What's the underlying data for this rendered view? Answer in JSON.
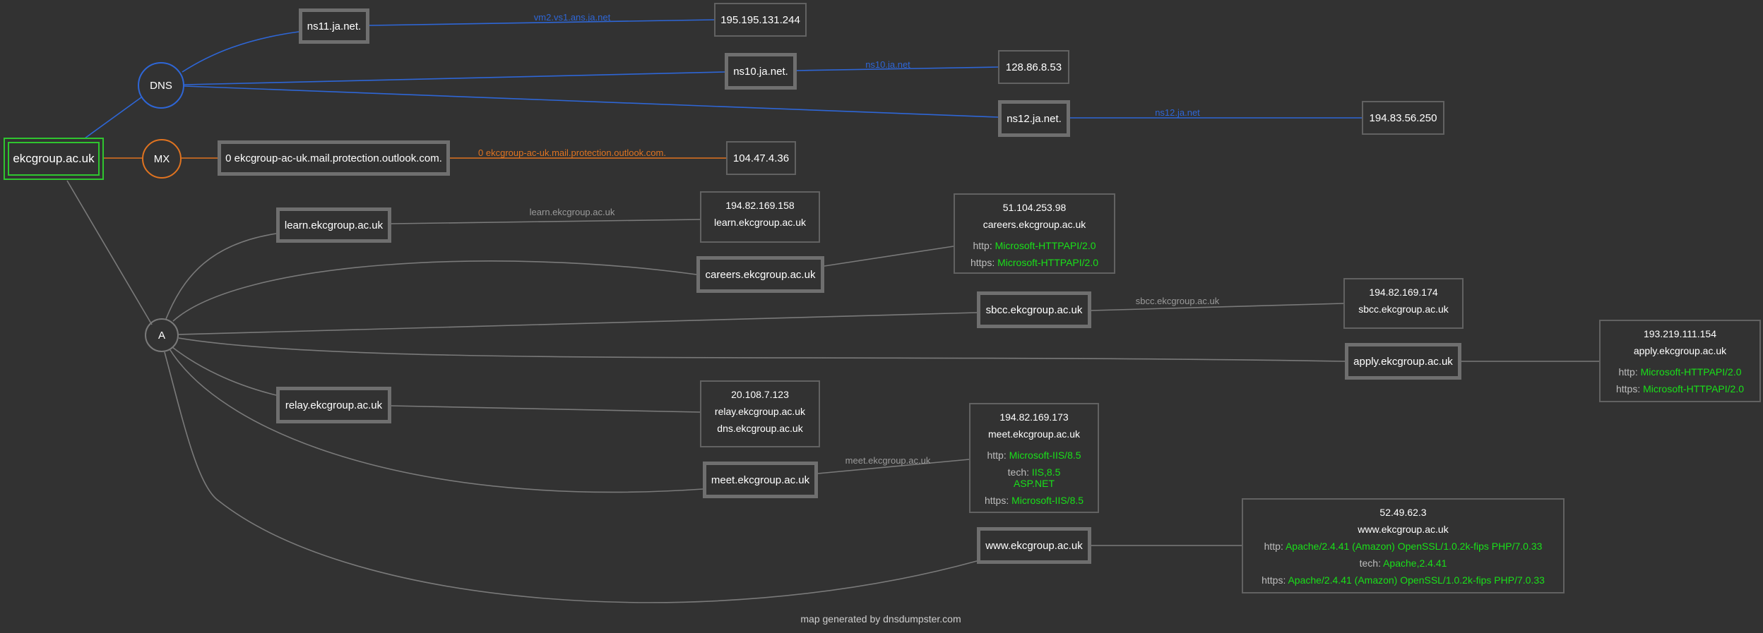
{
  "colors": {
    "dns": "#2e66d6",
    "mx": "#e07320",
    "a": "#7a7a7a",
    "tech": "#19e019",
    "root": "#2fc52f"
  },
  "root": "ekcgroup.ac.uk",
  "groups": {
    "dns": "DNS",
    "mx": "MX",
    "a": "A"
  },
  "dns": [
    {
      "host": "ns11.ja.net.",
      "edge": "vm2.vs1.ans.ja.net",
      "ip": "195.195.131.244"
    },
    {
      "host": "ns10.ja.net.",
      "edge": "ns10.ja.net",
      "ip": "128.86.8.53"
    },
    {
      "host": "ns12.ja.net.",
      "edge": "ns12.ja.net",
      "ip": "194.83.56.250"
    }
  ],
  "mx": {
    "host": "0 ekcgroup-ac-uk.mail.protection.outlook.com.",
    "edge": "0 ekcgroup-ac-uk.mail.protection.outlook.com.",
    "ip": "104.47.4.36"
  },
  "a": [
    {
      "host": "learn.ekcgroup.ac.uk",
      "edge": "learn.ekcgroup.ac.uk",
      "info": {
        "lines": [
          "194.82.169.158",
          "learn.ekcgroup.ac.uk"
        ],
        "pairs": []
      }
    },
    {
      "host": "careers.ekcgroup.ac.uk",
      "edge": "",
      "info": {
        "lines": [
          "51.104.253.98",
          "careers.ekcgroup.ac.uk"
        ],
        "pairs": [
          {
            "k": "http:",
            "v": [
              "Microsoft-HTTPAPI/2.0"
            ]
          },
          {
            "k": "https:",
            "v": [
              "Microsoft-HTTPAPI/2.0"
            ]
          }
        ]
      }
    },
    {
      "host": "sbcc.ekcgroup.ac.uk",
      "edge": "sbcc.ekcgroup.ac.uk",
      "info": {
        "lines": [
          "194.82.169.174",
          "sbcc.ekcgroup.ac.uk"
        ],
        "pairs": []
      }
    },
    {
      "host": "apply.ekcgroup.ac.uk",
      "edge": "",
      "info": {
        "lines": [
          "193.219.111.154",
          "apply.ekcgroup.ac.uk"
        ],
        "pairs": [
          {
            "k": "http:",
            "v": [
              "Microsoft-HTTPAPI/2.0"
            ]
          },
          {
            "k": "https:",
            "v": [
              "Microsoft-HTTPAPI/2.0"
            ]
          }
        ]
      }
    },
    {
      "host": "relay.ekcgroup.ac.uk",
      "edge": "",
      "info": {
        "lines": [
          "20.108.7.123",
          "relay.ekcgroup.ac.uk",
          "dns.ekcgroup.ac.uk"
        ],
        "pairs": []
      }
    },
    {
      "host": "meet.ekcgroup.ac.uk",
      "edge": "meet.ekcgroup.ac.uk",
      "info": {
        "lines": [
          "194.82.169.173",
          "meet.ekcgroup.ac.uk"
        ],
        "pairs": [
          {
            "k": "http:",
            "v": [
              "Microsoft-IIS/8.5"
            ]
          },
          {
            "k": "tech:",
            "v": [
              "IIS,8.5",
              "ASP.NET"
            ]
          },
          {
            "k": "https:",
            "v": [
              "Microsoft-IIS/8.5"
            ]
          }
        ]
      }
    },
    {
      "host": "www.ekcgroup.ac.uk",
      "edge": "",
      "info": {
        "lines": [
          "52.49.62.3",
          "www.ekcgroup.ac.uk"
        ],
        "pairs": [
          {
            "k": "http:",
            "v": [
              "Apache/2.4.41 (Amazon) OpenSSL/1.0.2k-fips PHP/7.0.33"
            ]
          },
          {
            "k": "tech:",
            "v": [
              "Apache,2.4.41"
            ]
          },
          {
            "k": "https:",
            "v": [
              "Apache/2.4.41 (Amazon) OpenSSL/1.0.2k-fips PHP/7.0.33"
            ]
          }
        ]
      }
    }
  ],
  "footer": "map generated by dnsdumpster.com"
}
